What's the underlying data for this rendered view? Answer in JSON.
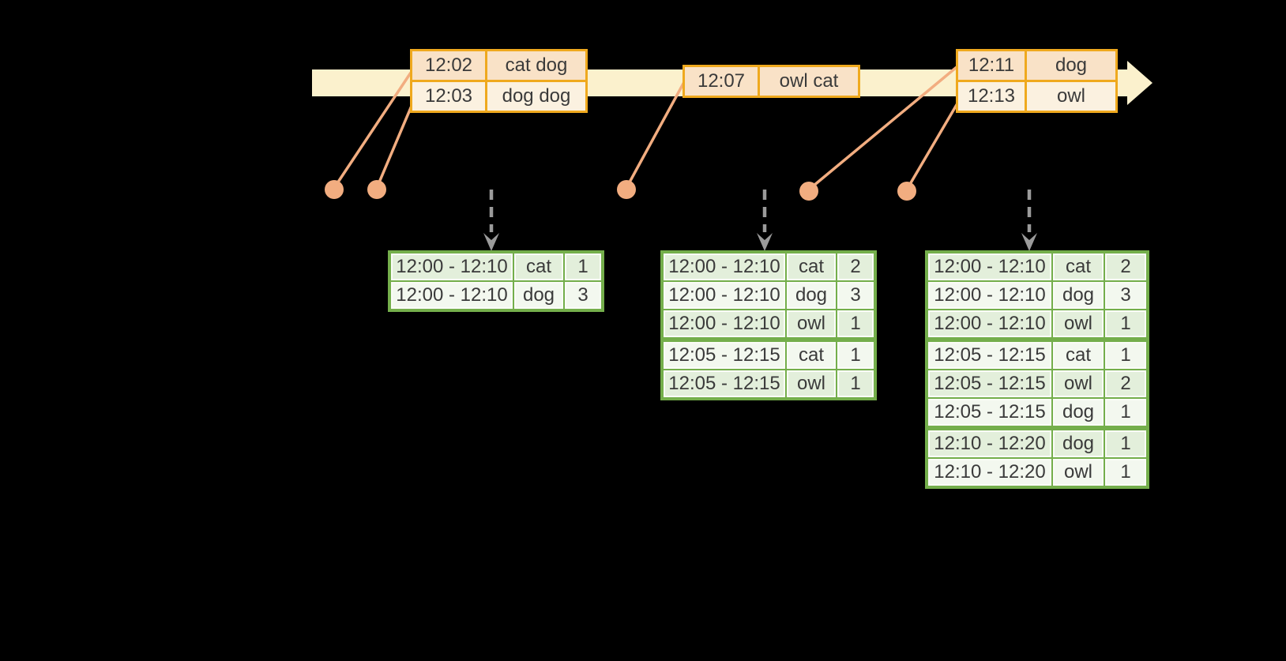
{
  "colors": {
    "background": "#000000",
    "timeline_fill": "#FBF1CD",
    "event_table_border": "#EFA91E",
    "event_row_peach": "#F9E2C7",
    "event_row_cream": "#FBF1E0",
    "connector_salmon": "#F2AD80",
    "dashed_arrow_gray": "#9B9B9B",
    "result_table_border": "#74AE4B",
    "result_row_green": "#E3EFDB",
    "result_row_light": "#F3F8EF",
    "text": "#3A3A3A"
  },
  "event_tables": [
    {
      "rows": [
        {
          "time": "12:02",
          "words": "cat dog"
        },
        {
          "time": "12:03",
          "words": "dog dog"
        }
      ]
    },
    {
      "rows": [
        {
          "time": "12:07",
          "words": "owl cat"
        }
      ]
    },
    {
      "rows": [
        {
          "time": "12:11",
          "words": "dog"
        },
        {
          "time": "12:13",
          "words": "owl"
        }
      ]
    }
  ],
  "result_tables": [
    {
      "rows": [
        [
          "12:00 - 12:10",
          "cat",
          "1"
        ],
        [
          "12:00 - 12:10",
          "dog",
          "3"
        ]
      ]
    },
    {
      "rows": [
        [
          "12:00 - 12:10",
          "cat",
          "2"
        ],
        [
          "12:00 - 12:10",
          "dog",
          "3"
        ],
        [
          "12:00 - 12:10",
          "owl",
          "1"
        ],
        [
          "12:05 - 12:15",
          "cat",
          "1"
        ],
        [
          "12:05 - 12:15",
          "owl",
          "1"
        ]
      ]
    },
    {
      "rows": [
        [
          "12:00 - 12:10",
          "cat",
          "2"
        ],
        [
          "12:00 - 12:10",
          "dog",
          "3"
        ],
        [
          "12:00 - 12:10",
          "owl",
          "1"
        ],
        [
          "12:05 - 12:15",
          "cat",
          "1"
        ],
        [
          "12:05 - 12:15",
          "owl",
          "2"
        ],
        [
          "12:05 - 12:15",
          "dog",
          "1"
        ],
        [
          "12:10 - 12:20",
          "dog",
          "1"
        ],
        [
          "12:10 - 12:20",
          "owl",
          "1"
        ]
      ]
    }
  ]
}
